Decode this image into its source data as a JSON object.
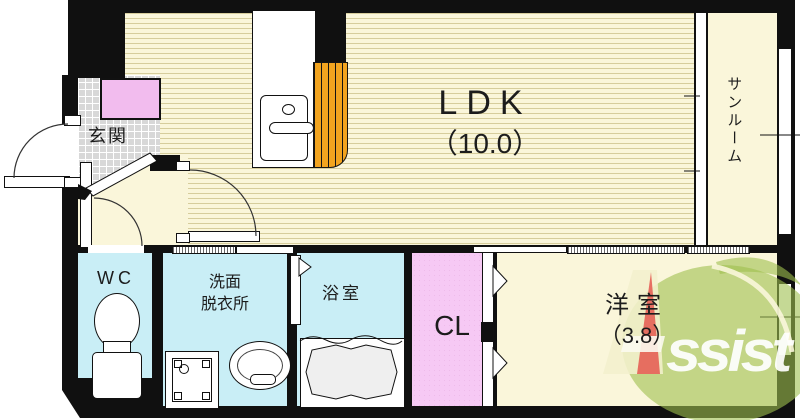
{
  "plan": {
    "rooms": {
      "entrance": {
        "label": "玄関"
      },
      "ldk": {
        "label": "LDK",
        "size": "（10.0）"
      },
      "sunroom": {
        "label": "サンルーム"
      },
      "wc": {
        "label": "WC"
      },
      "washroom": {
        "label_line1": "洗面",
        "label_line2": "脱衣所"
      },
      "bathroom": {
        "label": "浴室"
      },
      "closet": {
        "label": "CL"
      },
      "western_room": {
        "label": "洋室",
        "size": "（3.8）"
      }
    },
    "watermark": {
      "brand": "Assist",
      "text_rendered": "ssist"
    },
    "colors": {
      "wall": "#101010",
      "floor_cream": "#faf6da",
      "floor_stripe": "#d6cd9c",
      "wet_area_cyan": "#c9eef6",
      "closet_pink": "#f6c9f4",
      "cabinet_pink": "#f2bcee",
      "counter_orange": "#f2a41f",
      "tile_gray": "#d8d8d8",
      "logo_green": "#9fbf4e",
      "logo_red": "#e4574f"
    }
  }
}
